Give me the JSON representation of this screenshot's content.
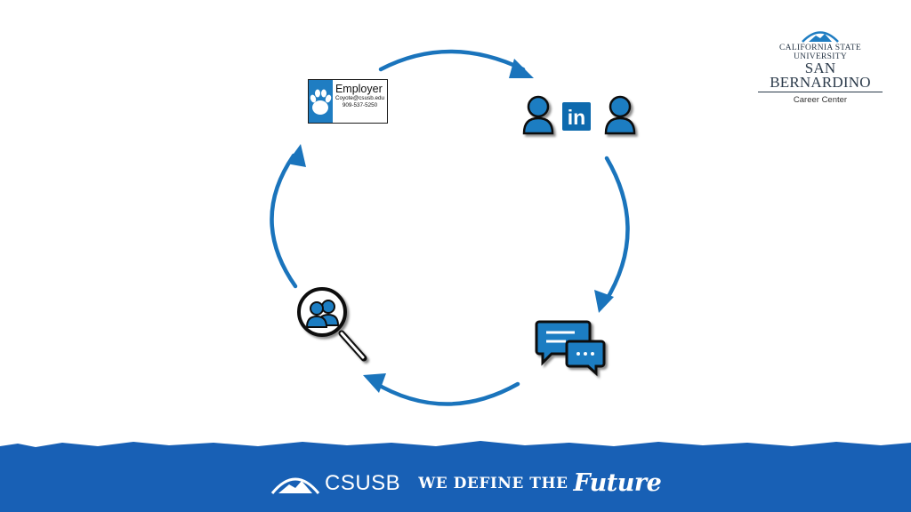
{
  "colors": {
    "accent": "#1f7dc2",
    "arrow": "#1a74bc",
    "footer_band": "#1860b5",
    "outline": "#111111"
  },
  "logo": {
    "university": "CALIFORNIA STATE UNIVERSITY",
    "campus": "SAN BERNARDINO",
    "department": "Career Center"
  },
  "employer_card": {
    "title": "Employer",
    "email": "Coyote@csusb.edu",
    "phone": "909-537-5250",
    "icon": "paw-print-icon"
  },
  "linkedin": {
    "label": "in",
    "icons": [
      "person-icon",
      "linkedin-icon",
      "person-icon"
    ]
  },
  "nodes": [
    {
      "icon": "employer-card"
    },
    {
      "icon": "linkedin-connection-icon"
    },
    {
      "icon": "chat-bubbles-icon"
    },
    {
      "icon": "people-search-icon"
    }
  ],
  "footer": {
    "brand": "CSUSB",
    "tagline": "WE DEFINE THE",
    "tagline_script": "Future",
    "icon": "mountain-arc-icon"
  }
}
